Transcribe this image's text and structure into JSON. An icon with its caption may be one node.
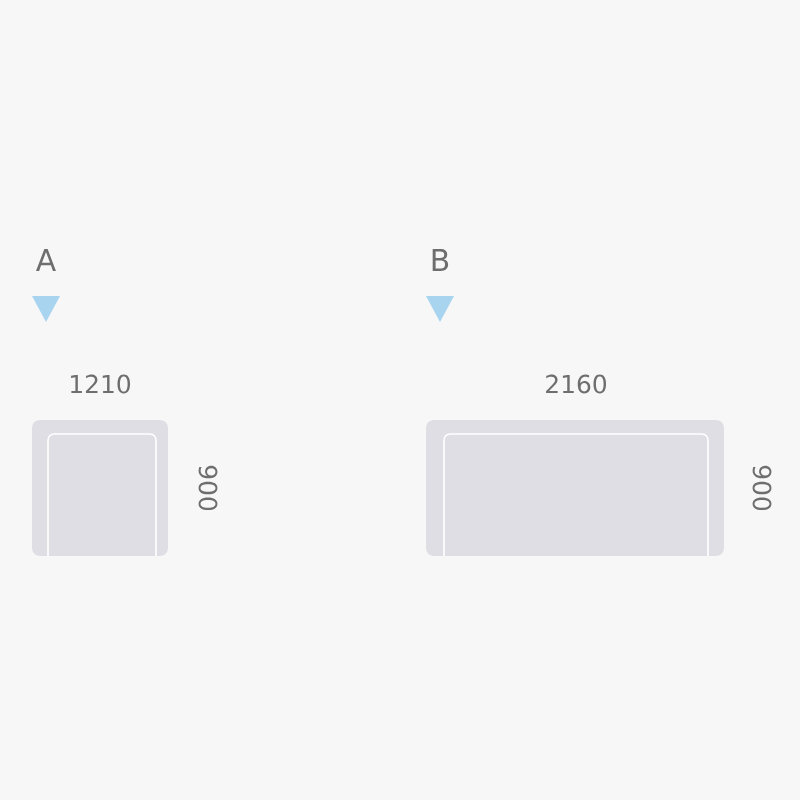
{
  "diagram": {
    "labels": [
      "A",
      "B",
      "1210",
      "2160",
      "900",
      "900"
    ]
  }
}
